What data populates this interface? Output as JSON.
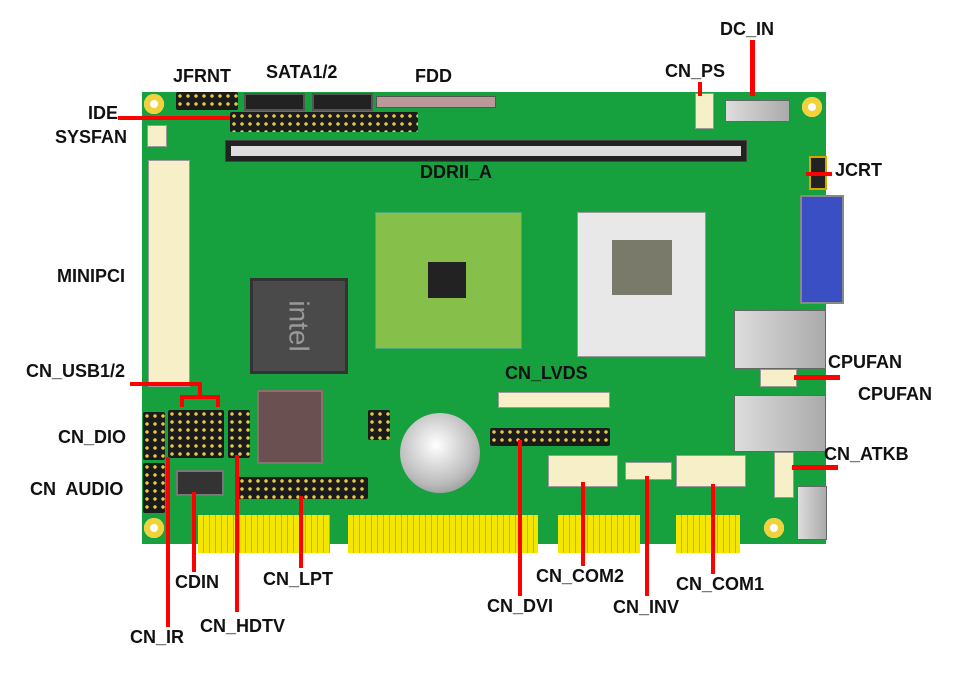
{
  "labels": {
    "dc_in": "DC_IN",
    "cn_ps": "CN_PS",
    "jfrnt": "JFRNT",
    "sata": "SATA1/2",
    "fdd": "FDD",
    "ide": "IDE",
    "sysfan": "SYSFAN",
    "ddr": "DDRII_A",
    "jcrt": "JCRT",
    "minipci": "MINIPCI",
    "cn_usb": "CN_USB1/2",
    "cn_lvds": "CN_LVDS",
    "cpufan1": "CPUFAN",
    "cpufan2": "CPUFAN",
    "cn_dio": "CN_DIO",
    "cn_atkb": "CN_ATKB",
    "cn_audio": "CN  AUDIO",
    "cdin": "CDIN",
    "cn_lpt": "CN_LPT",
    "cn_com2": "CN_COM2",
    "cn_com1": "CN_COM1",
    "cn_dvi": "CN_DVI",
    "cn_inv": "CN_INV",
    "cn_ir": "CN_IR",
    "cn_hdtv": "CN_HDTV"
  },
  "chip_text": "intel",
  "colors": {
    "board": "#17a03e",
    "leader": "#ff0000",
    "gold": "#f5e600"
  }
}
